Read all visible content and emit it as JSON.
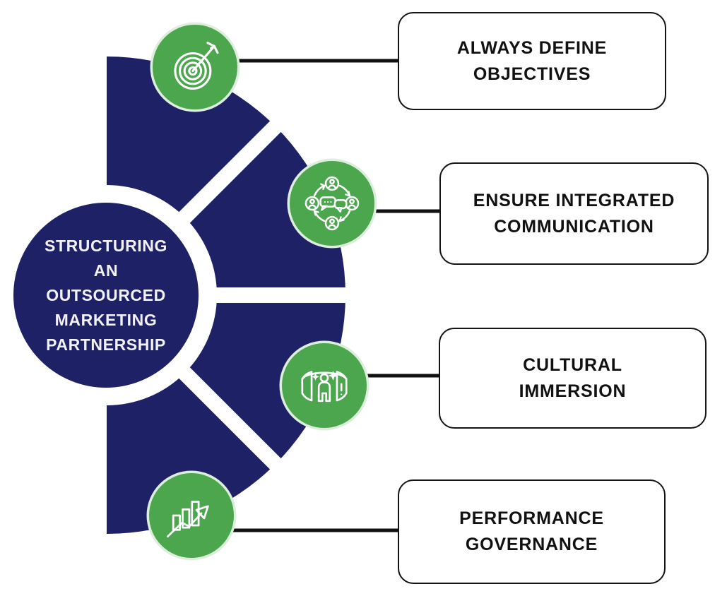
{
  "title": {
    "text": "STRUCTURING AN OUTSOURCED MARKETING PARTNERSHIP",
    "lines": [
      "STRUCTURING",
      "AN",
      "OUTSOURCED",
      "MARKETING",
      "PARTNERSHIP"
    ]
  },
  "colors": {
    "navy": "#1f2166",
    "green": "#4ba64e",
    "icon_ring": "#ddeedd",
    "icon_stroke": "#ffffff",
    "connector": "#111111",
    "card_border": "#141414",
    "card_bg": "#ffffff",
    "card_text": "#111111",
    "hub_text": "#f2f1f8",
    "background": "#ffffff"
  },
  "items": [
    {
      "icon": "target-arrow-icon",
      "label": "ALWAYS DEFINE OBJECTIVES",
      "label_lines": [
        "ALWAYS DEFINE",
        "OBJECTIVES"
      ]
    },
    {
      "icon": "people-communication-cycle-icon",
      "label": "ENSURE INTEGRATED COMMUNICATION",
      "label_lines": [
        "ENSURE INTEGRATED",
        "COMMUNICATION"
      ]
    },
    {
      "icon": "panorama-immersion-icon",
      "label": "CULTURAL IMMERSION",
      "label_lines": [
        "CULTURAL",
        "IMMERSION"
      ]
    },
    {
      "icon": "growth-chart-arrow-icon",
      "label": "PERFORMANCE GOVERNANCE",
      "label_lines": [
        "PERFORMANCE",
        "GOVERNANCE"
      ]
    }
  ]
}
